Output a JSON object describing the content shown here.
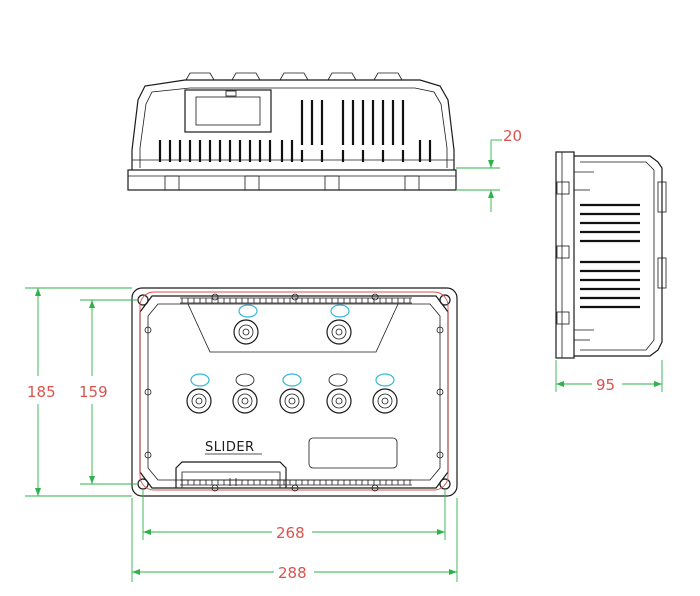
{
  "brand_text": "SLIDER",
  "dimensions": {
    "top_height": "20",
    "outer_height": "185",
    "inner_height": "159",
    "inner_width": "268",
    "outer_width": "288",
    "side_depth": "95"
  },
  "colors": {
    "outline": "#1a1a1a",
    "dimension_line": "#2db34a",
    "dimension_text": "#d9534f",
    "terminal_marker": "#36b8d6"
  }
}
